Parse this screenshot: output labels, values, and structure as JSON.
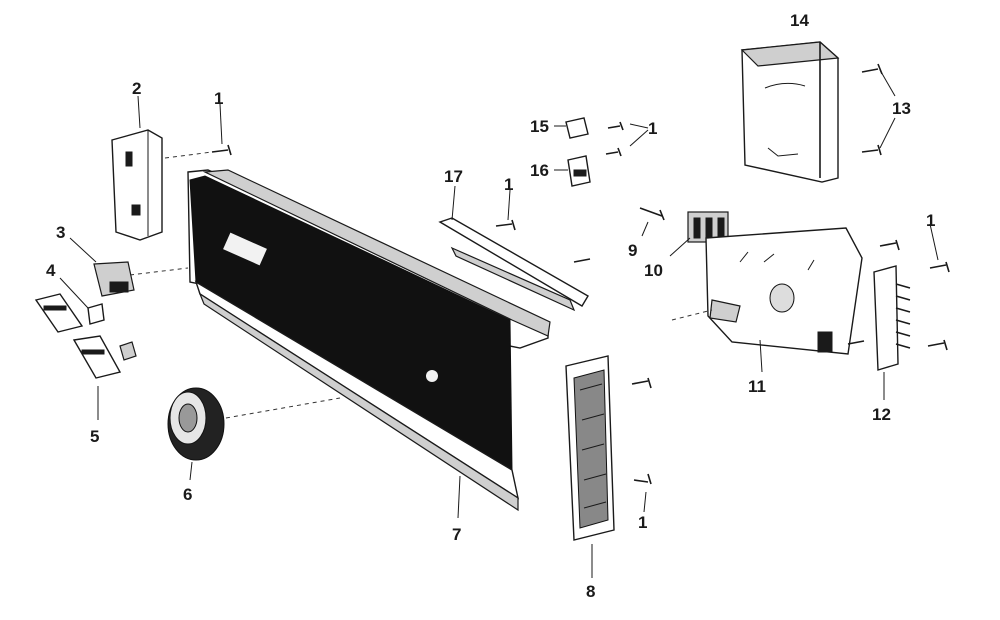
{
  "callouts": {
    "c1a": "1",
    "c1b": "1",
    "c1c": "1",
    "c1d": "1",
    "c1e": "1",
    "c2": "2",
    "c3": "3",
    "c4": "4",
    "c5": "5",
    "c6": "6",
    "c7": "7",
    "c8": "8",
    "c9": "9",
    "c10": "10",
    "c11": "11",
    "c12": "12",
    "c13": "13",
    "c14": "14",
    "c15": "15",
    "c16": "16",
    "c17": "17"
  }
}
